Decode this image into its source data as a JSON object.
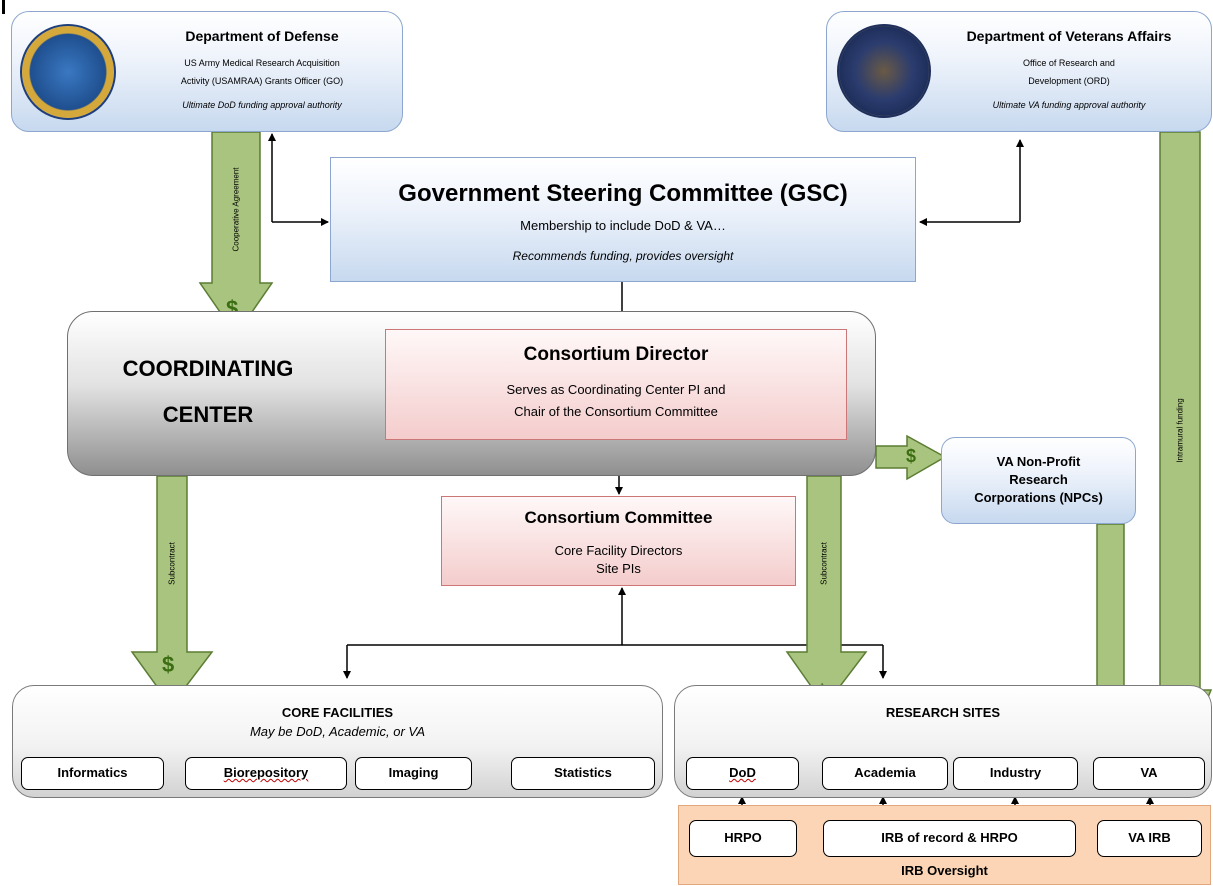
{
  "dod": {
    "title": "Department of Defense",
    "line1": "US Army Medical Research Acquisition",
    "line2": "Activity (USAMRAA) Grants Officer (GO)",
    "line3": "Ultimate DoD funding approval authority"
  },
  "va": {
    "title": "Department of Veterans Affairs",
    "line1": "Office of Research and",
    "line2": "Development (ORD)",
    "line3": "Ultimate VA funding approval authority"
  },
  "gsc": {
    "title": "Government Steering Committee (GSC)",
    "line1": "Membership to include DoD & VA…",
    "line2": "Recommends funding, provides oversight"
  },
  "coordinating_center": {
    "line1": "COORDINATING",
    "line2": "CENTER"
  },
  "consortium_director": {
    "title": "Consortium Director",
    "line1": "Serves as Coordinating Center PI and",
    "line2": "Chair of the Consortium Committee"
  },
  "consortium_committee": {
    "title": "Consortium Committee",
    "line1": "Core Facility Directors",
    "line2": "Site PIs"
  },
  "npc": {
    "line1": "VA Non-Profit",
    "line2": "Research",
    "line3": "Corporations (NPCs)"
  },
  "core_facilities": {
    "title": "CORE FACILITIES",
    "subtitle": "May be DoD, Academic, or VA",
    "items": [
      "Informatics",
      "Biorepository",
      "Imaging",
      "Statistics"
    ]
  },
  "research_sites": {
    "title": "RESEARCH SITES",
    "items": [
      "DoD",
      "Academia",
      "Industry",
      "VA"
    ]
  },
  "irb": {
    "title": "IRB Oversight",
    "items": [
      "HRPO",
      "IRB of record & HRPO",
      "VA IRB"
    ]
  },
  "flow_labels": {
    "cooperative_agreement": "Cooperative Agreement",
    "subcontract_left": "Subcontract",
    "subcontract_right": "Subcontract",
    "intramural": "Intramural funding"
  },
  "dollar": "$",
  "colors": {
    "blue_box": "#c7d9ef",
    "pink_box": "#f4cccc",
    "green_arrow": "#a9c47f",
    "irb_band": "#fbd5b5"
  }
}
